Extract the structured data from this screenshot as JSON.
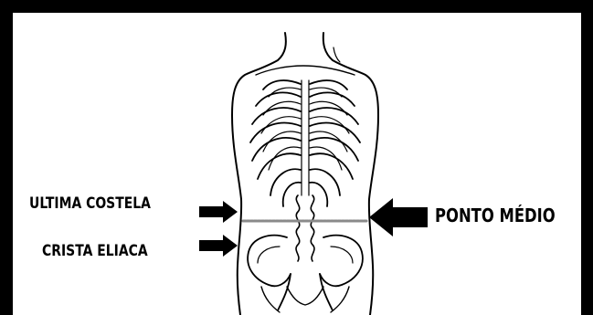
{
  "labels": {
    "ultima_costela": "ULTIMA COSTELA",
    "crista_eliaca": "CRISTA ELIACA",
    "ponto_medio": "PONTO MÉDIO"
  },
  "colors": {
    "frame": "#000000",
    "background": "#ffffff",
    "ink": "#000000",
    "midline": "#8a8a8a"
  },
  "icons": {
    "arrow_costela": "arrow-right-icon",
    "arrow_crista": "arrow-right-icon",
    "arrow_ponto": "arrow-left-icon"
  }
}
